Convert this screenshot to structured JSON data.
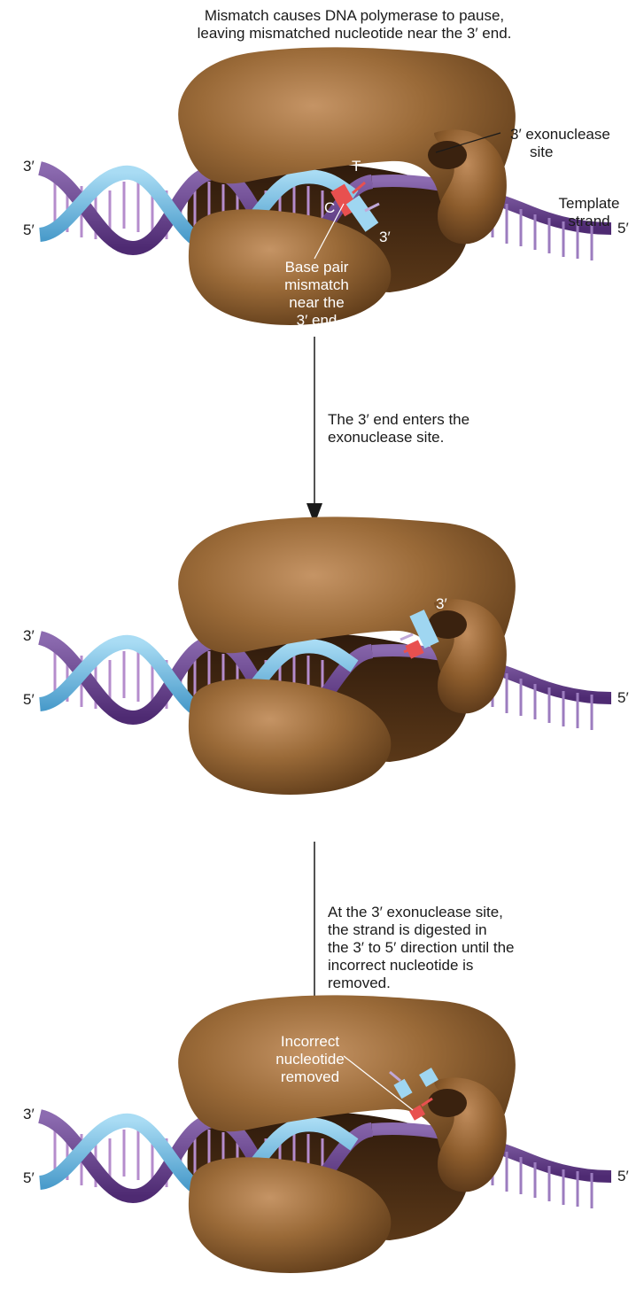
{
  "caption_top": [
    "Mismatch causes DNA polymerase to pause,",
    "leaving mismatched nucleotide near the 3′ end."
  ],
  "panel1": {
    "left_top_label": "3′",
    "left_bottom_label": "5′",
    "right_label": "5′",
    "exonuclease_label": [
      "3′ exonuclease",
      "site"
    ],
    "template_label": [
      "Template",
      "strand"
    ],
    "base_T": "T",
    "base_C": "C",
    "strand_end_label": "3′",
    "mismatch_label": [
      "Base pair",
      "mismatch",
      "near the",
      "3′ end"
    ]
  },
  "step1_text": [
    "The 3′ end enters the",
    "exonuclease site."
  ],
  "panel2": {
    "left_top_label": "3′",
    "left_bottom_label": "5′",
    "right_label": "5′",
    "strand_end_label": "3′"
  },
  "step2_text": [
    "At the 3′ exonuclease site,",
    "the strand is digested in",
    "the 3′ to 5′ direction until the",
    "incorrect nucleotide is",
    "removed."
  ],
  "panel3": {
    "left_top_label": "3′",
    "left_bottom_label": "5′",
    "right_label": "5′",
    "removed_label": [
      "Incorrect",
      "nucleotide",
      "removed"
    ]
  },
  "colors": {
    "protein": "#8a5a2b",
    "protein_dark": "#3b2414",
    "template_strand": "#6a3f8a",
    "new_strand": "#5ab0dc",
    "mismatch": "#e8504f"
  }
}
